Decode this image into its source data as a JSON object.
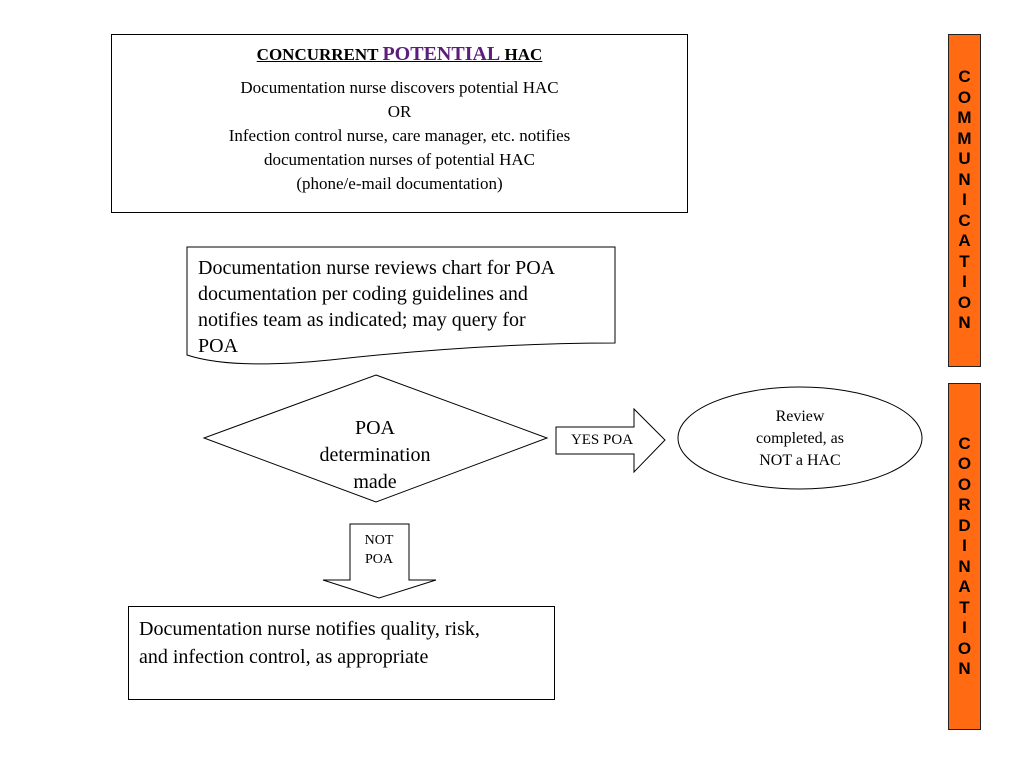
{
  "top_box": {
    "title_part1": "CONCURRENT ",
    "title_emphasis": "POTENTIAL",
    "title_part2": " HAC",
    "lines": [
      "Documentation nurse discovers potential HAC",
      "OR",
      "Infection control nurse, care manager, etc. notifies",
      "documentation nurses of potential HAC",
      "(phone/e-mail documentation)"
    ]
  },
  "review_box": {
    "lines": [
      "Documentation nurse reviews chart for POA",
      "documentation per coding guidelines and",
      "notifies team as indicated; may query for",
      "POA"
    ]
  },
  "decision": {
    "lines": [
      "POA",
      "determination",
      "made"
    ]
  },
  "yes_arrow": {
    "label": "YES POA"
  },
  "outcome_oval": {
    "lines": [
      "Review",
      "completed, as",
      "NOT a HAC"
    ]
  },
  "not_arrow": {
    "lines": [
      "NOT",
      "POA"
    ]
  },
  "notify_box": {
    "lines": [
      "Documentation nurse notifies quality, risk,",
      "and infection control, as appropriate"
    ]
  },
  "side_bars": {
    "communication": [
      "C",
      "O",
      "M",
      "M",
      "U",
      "N",
      "I",
      "C",
      "A",
      "T",
      "I",
      "O",
      "N"
    ],
    "coordination": [
      "C",
      "O",
      "O",
      "R",
      "D",
      "I",
      "N",
      "A",
      "T",
      "I",
      "O",
      "N"
    ]
  },
  "colors": {
    "side_bar": "#ff6a13",
    "title_emphasis": "#5b1e7a",
    "outline": "#000000"
  }
}
